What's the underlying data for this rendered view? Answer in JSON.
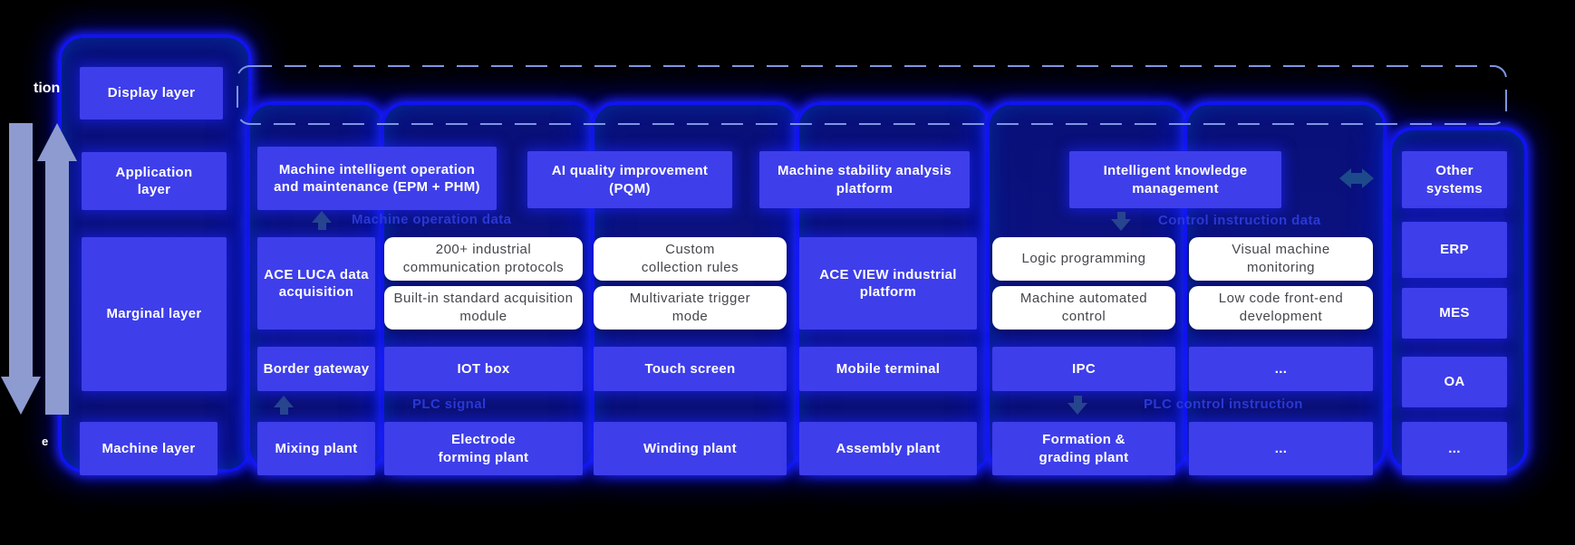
{
  "colors": {
    "background": "#000000",
    "box_blue": "#3e3eeb",
    "glow_blue": "#1114ee",
    "capsule_fill": "#0b1280",
    "white_box_bg": "#ffffff",
    "white_box_text": "#46464c",
    "flow_label_blue": "#2a38d4",
    "dashed_outline": "#7e95e6",
    "side_arrow": "#8d9bd0",
    "link_arrow": "#1d4a8a"
  },
  "layer_column": {
    "display": "Display layer",
    "application": "Application layer",
    "marginal": "Marginal layer",
    "machine": "Machine layer"
  },
  "edge_fragments": {
    "top": "tion",
    "bottom": "e"
  },
  "application_row": [
    "Machine intelligent operation and maintenance (EPM + PHM)",
    "AI quality improvement (PQM)",
    "Machine stability analysis platform",
    "Intelligent knowledge management"
  ],
  "flow_labels": {
    "machine_operation_data": "Machine operation data",
    "control_instruction_data": "Control instruction data",
    "plc_signal": "PLC signal",
    "plc_control_instruction": "PLC control instruction"
  },
  "edge_platforms": {
    "ace_luca": "ACE LUCA data acquisition",
    "ace_view": "ACE VIEW industrial platform"
  },
  "capability_boxes": {
    "luca": [
      "200+ industrial communication protocols",
      "Built-in standard acquisition module",
      "Custom collection rules",
      "Multivariate trigger mode"
    ],
    "view": [
      "Logic programming",
      "Machine automated control",
      "Visual machine monitoring",
      "Low code front-end development"
    ]
  },
  "terminal_row": [
    "Border gateway",
    "IOT box",
    "Touch screen",
    "Mobile terminal",
    "IPC",
    "..."
  ],
  "machine_row": [
    "Mixing plant",
    "Electrode forming plant",
    "Winding plant",
    "Assembly plant",
    "Formation & grading plant",
    "..."
  ],
  "systems_column": [
    "Other systems",
    "ERP",
    "MES",
    "OA",
    "..."
  ]
}
